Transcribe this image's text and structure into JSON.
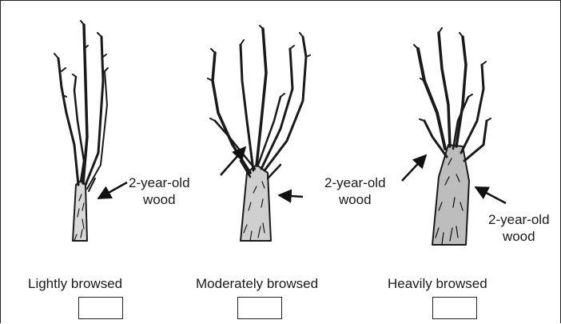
{
  "panels": [
    {
      "caption": "Lightly browsed",
      "labels": [
        {
          "line1": "2-year-old",
          "line2": "wood"
        }
      ]
    },
    {
      "caption": "Moderately browsed",
      "labels": [
        {
          "line1": "2-year-old",
          "line2": "wood"
        }
      ]
    },
    {
      "caption": "Heavily browsed",
      "labels": [
        {
          "line1": "2-year-old",
          "line2": "wood"
        },
        {
          "line1": "2-year-old",
          "line2": "wood"
        }
      ]
    }
  ]
}
